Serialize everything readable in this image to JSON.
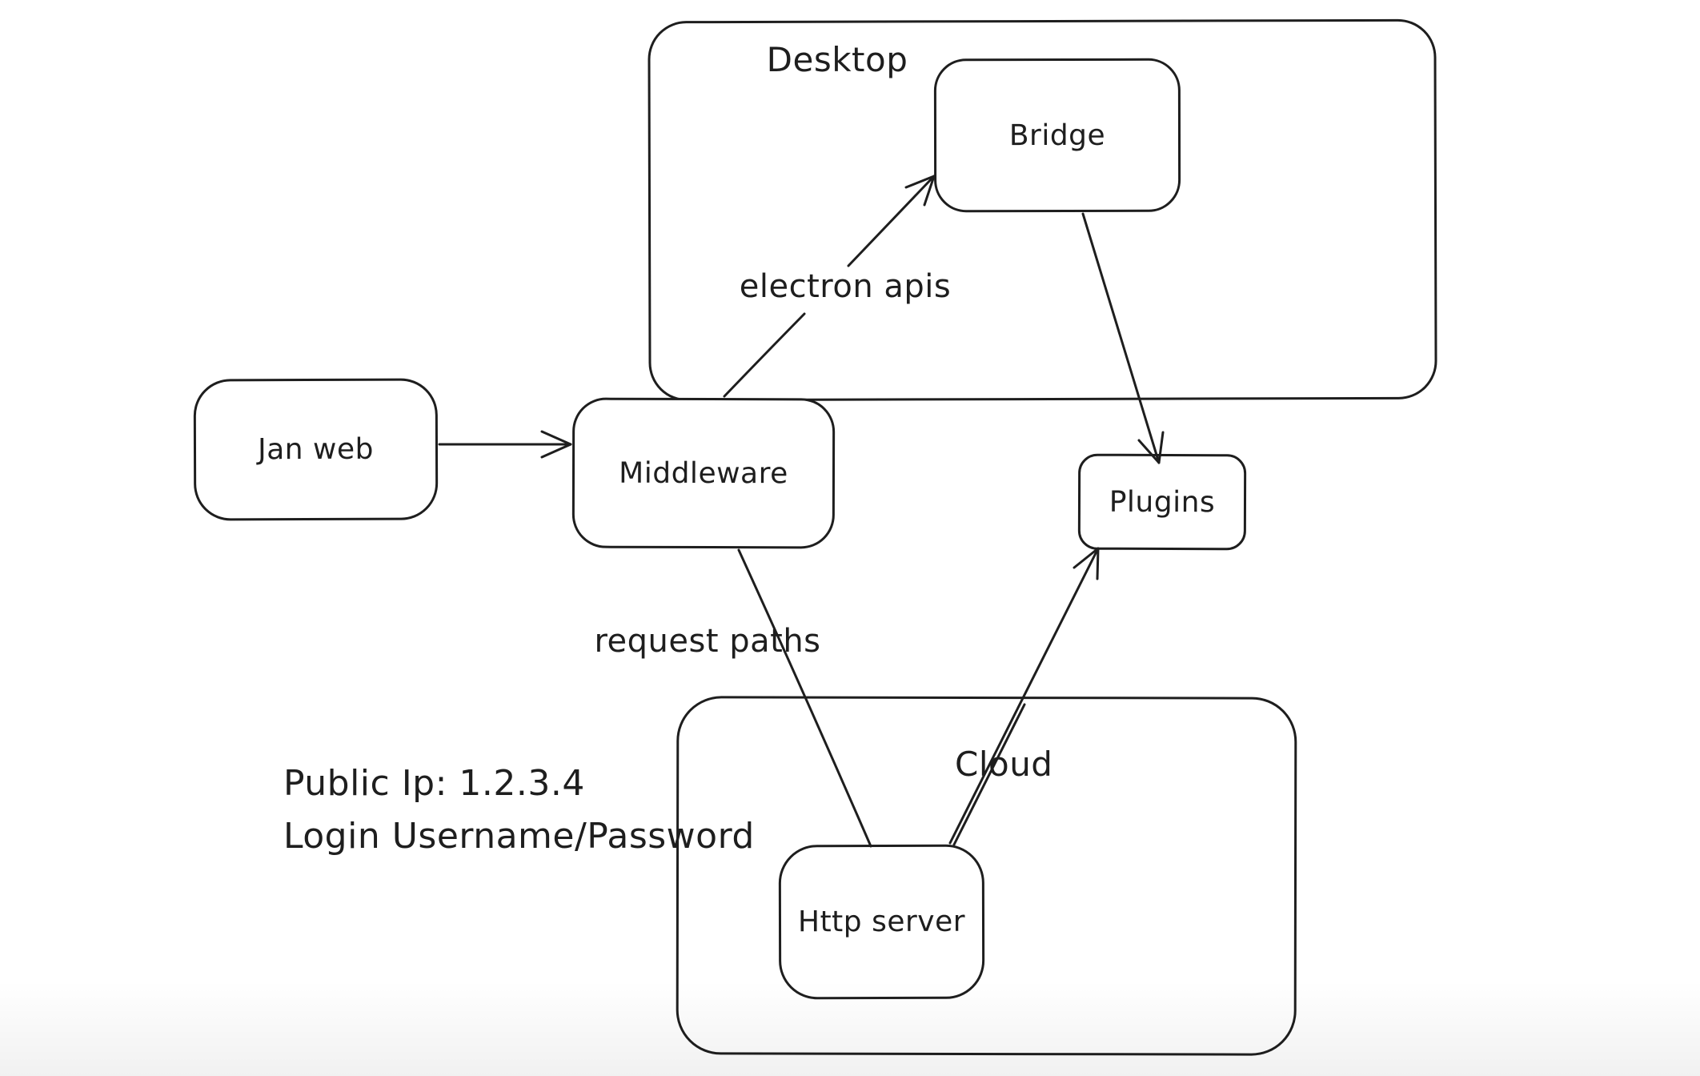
{
  "diagram": {
    "background": "#ffffff",
    "stroke": "#1e1e1e",
    "containers": [
      {
        "id": "desktop",
        "label": "Desktop"
      },
      {
        "id": "cloud",
        "label": "Cloud"
      }
    ],
    "nodes": [
      {
        "id": "jan-web",
        "label": "Jan web"
      },
      {
        "id": "middleware",
        "label": "Middleware"
      },
      {
        "id": "bridge",
        "label": "Bridge"
      },
      {
        "id": "plugins",
        "label": "Plugins"
      },
      {
        "id": "http-server",
        "label": "Http server"
      }
    ],
    "edges": [
      {
        "from": "jan-web",
        "to": "middleware",
        "label": ""
      },
      {
        "from": "middleware",
        "to": "bridge",
        "label": "electron apis"
      },
      {
        "from": "bridge",
        "to": "plugins",
        "label": ""
      },
      {
        "from": "middleware",
        "to": "http-server",
        "label": "request paths"
      },
      {
        "from": "http-server",
        "to": "plugins",
        "label": ""
      }
    ],
    "notes": [
      "Public Ip: 1.2.3.4",
      "Login Username/Password"
    ]
  }
}
